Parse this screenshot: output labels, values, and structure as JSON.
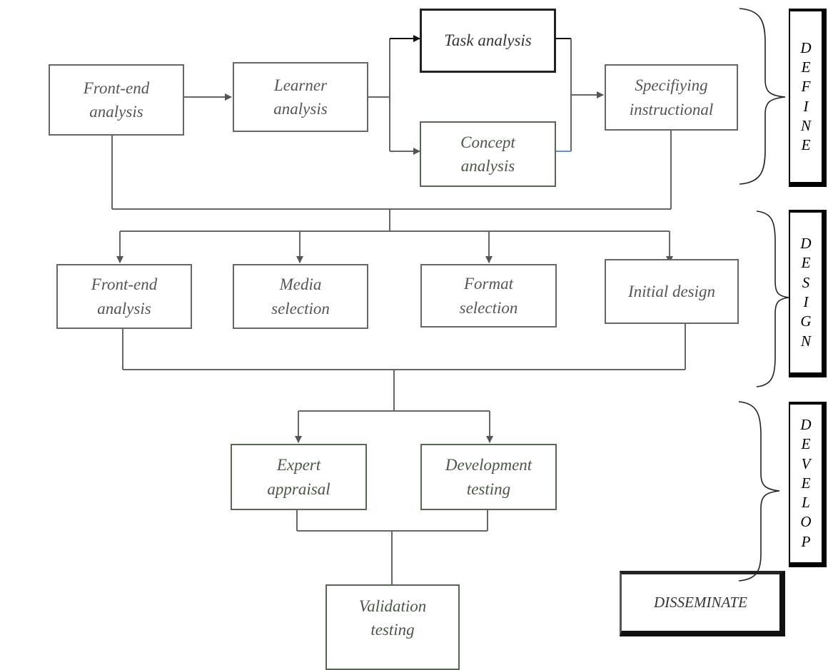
{
  "define": {
    "front_end_analysis": "Front-end\nanalysis",
    "learner_analysis": "Learner\nanalysis",
    "task_analysis": "Task analysis",
    "concept_analysis": "Concept\nanalysis",
    "specifying_instructional": "Specifiying\ninstructional"
  },
  "design": {
    "front_end_analysis": "Front-end\nanalysis",
    "media_selection": "Media\nselection",
    "format_selection": "Format\nselection",
    "initial_design": "Initial design"
  },
  "develop": {
    "expert_appraisal": "Expert\nappraisal",
    "development_testing": "Development\ntesting",
    "validation_testing": "Validation\ntesting"
  },
  "stages": {
    "define": [
      "D",
      "E",
      "F",
      "I",
      "N",
      "E"
    ],
    "design": [
      "D",
      "E",
      "S",
      "I",
      "G",
      "N"
    ],
    "develop": [
      "D",
      "E",
      "V",
      "E",
      "L",
      "O",
      "P"
    ],
    "disseminate": "DISSEMINATE"
  },
  "colors": {
    "line": "#666666",
    "box_border": "#666666",
    "text": "#555555"
  }
}
